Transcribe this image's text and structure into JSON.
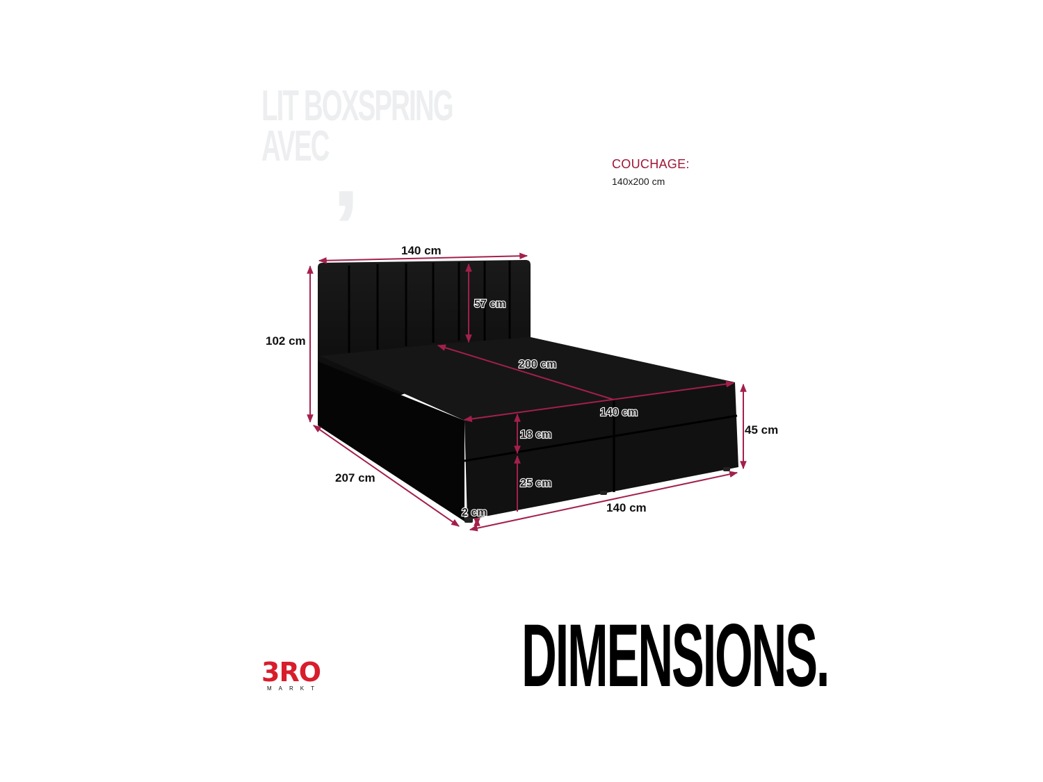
{
  "background_title": {
    "line1": "LIT BOXSPRING",
    "line2": "AVEC",
    "comma": ","
  },
  "couchage": {
    "label": "COUCHAGE:",
    "value": "140x200 cm"
  },
  "dimensions": {
    "headboard_width": "140 cm",
    "headboard_panel_height": "57 cm",
    "total_height": "102 cm",
    "mattress_length": "200 cm",
    "mattress_width": "140 cm",
    "base_height": "45 cm",
    "topper_height": "18 cm",
    "box_height": "25 cm",
    "leg_height": "2 cm",
    "total_length": "207 cm",
    "base_width": "140 cm"
  },
  "brand": {
    "logo_mark": "3RO",
    "logo_sub": "MARKT"
  },
  "footer_title": "DIMENSIONS.",
  "colors": {
    "accent": "#a01535",
    "dimension_line": "#a3204a",
    "bed": "#0d0d0d",
    "logo_red": "#d81d2c",
    "watermark": "#eceef0"
  }
}
